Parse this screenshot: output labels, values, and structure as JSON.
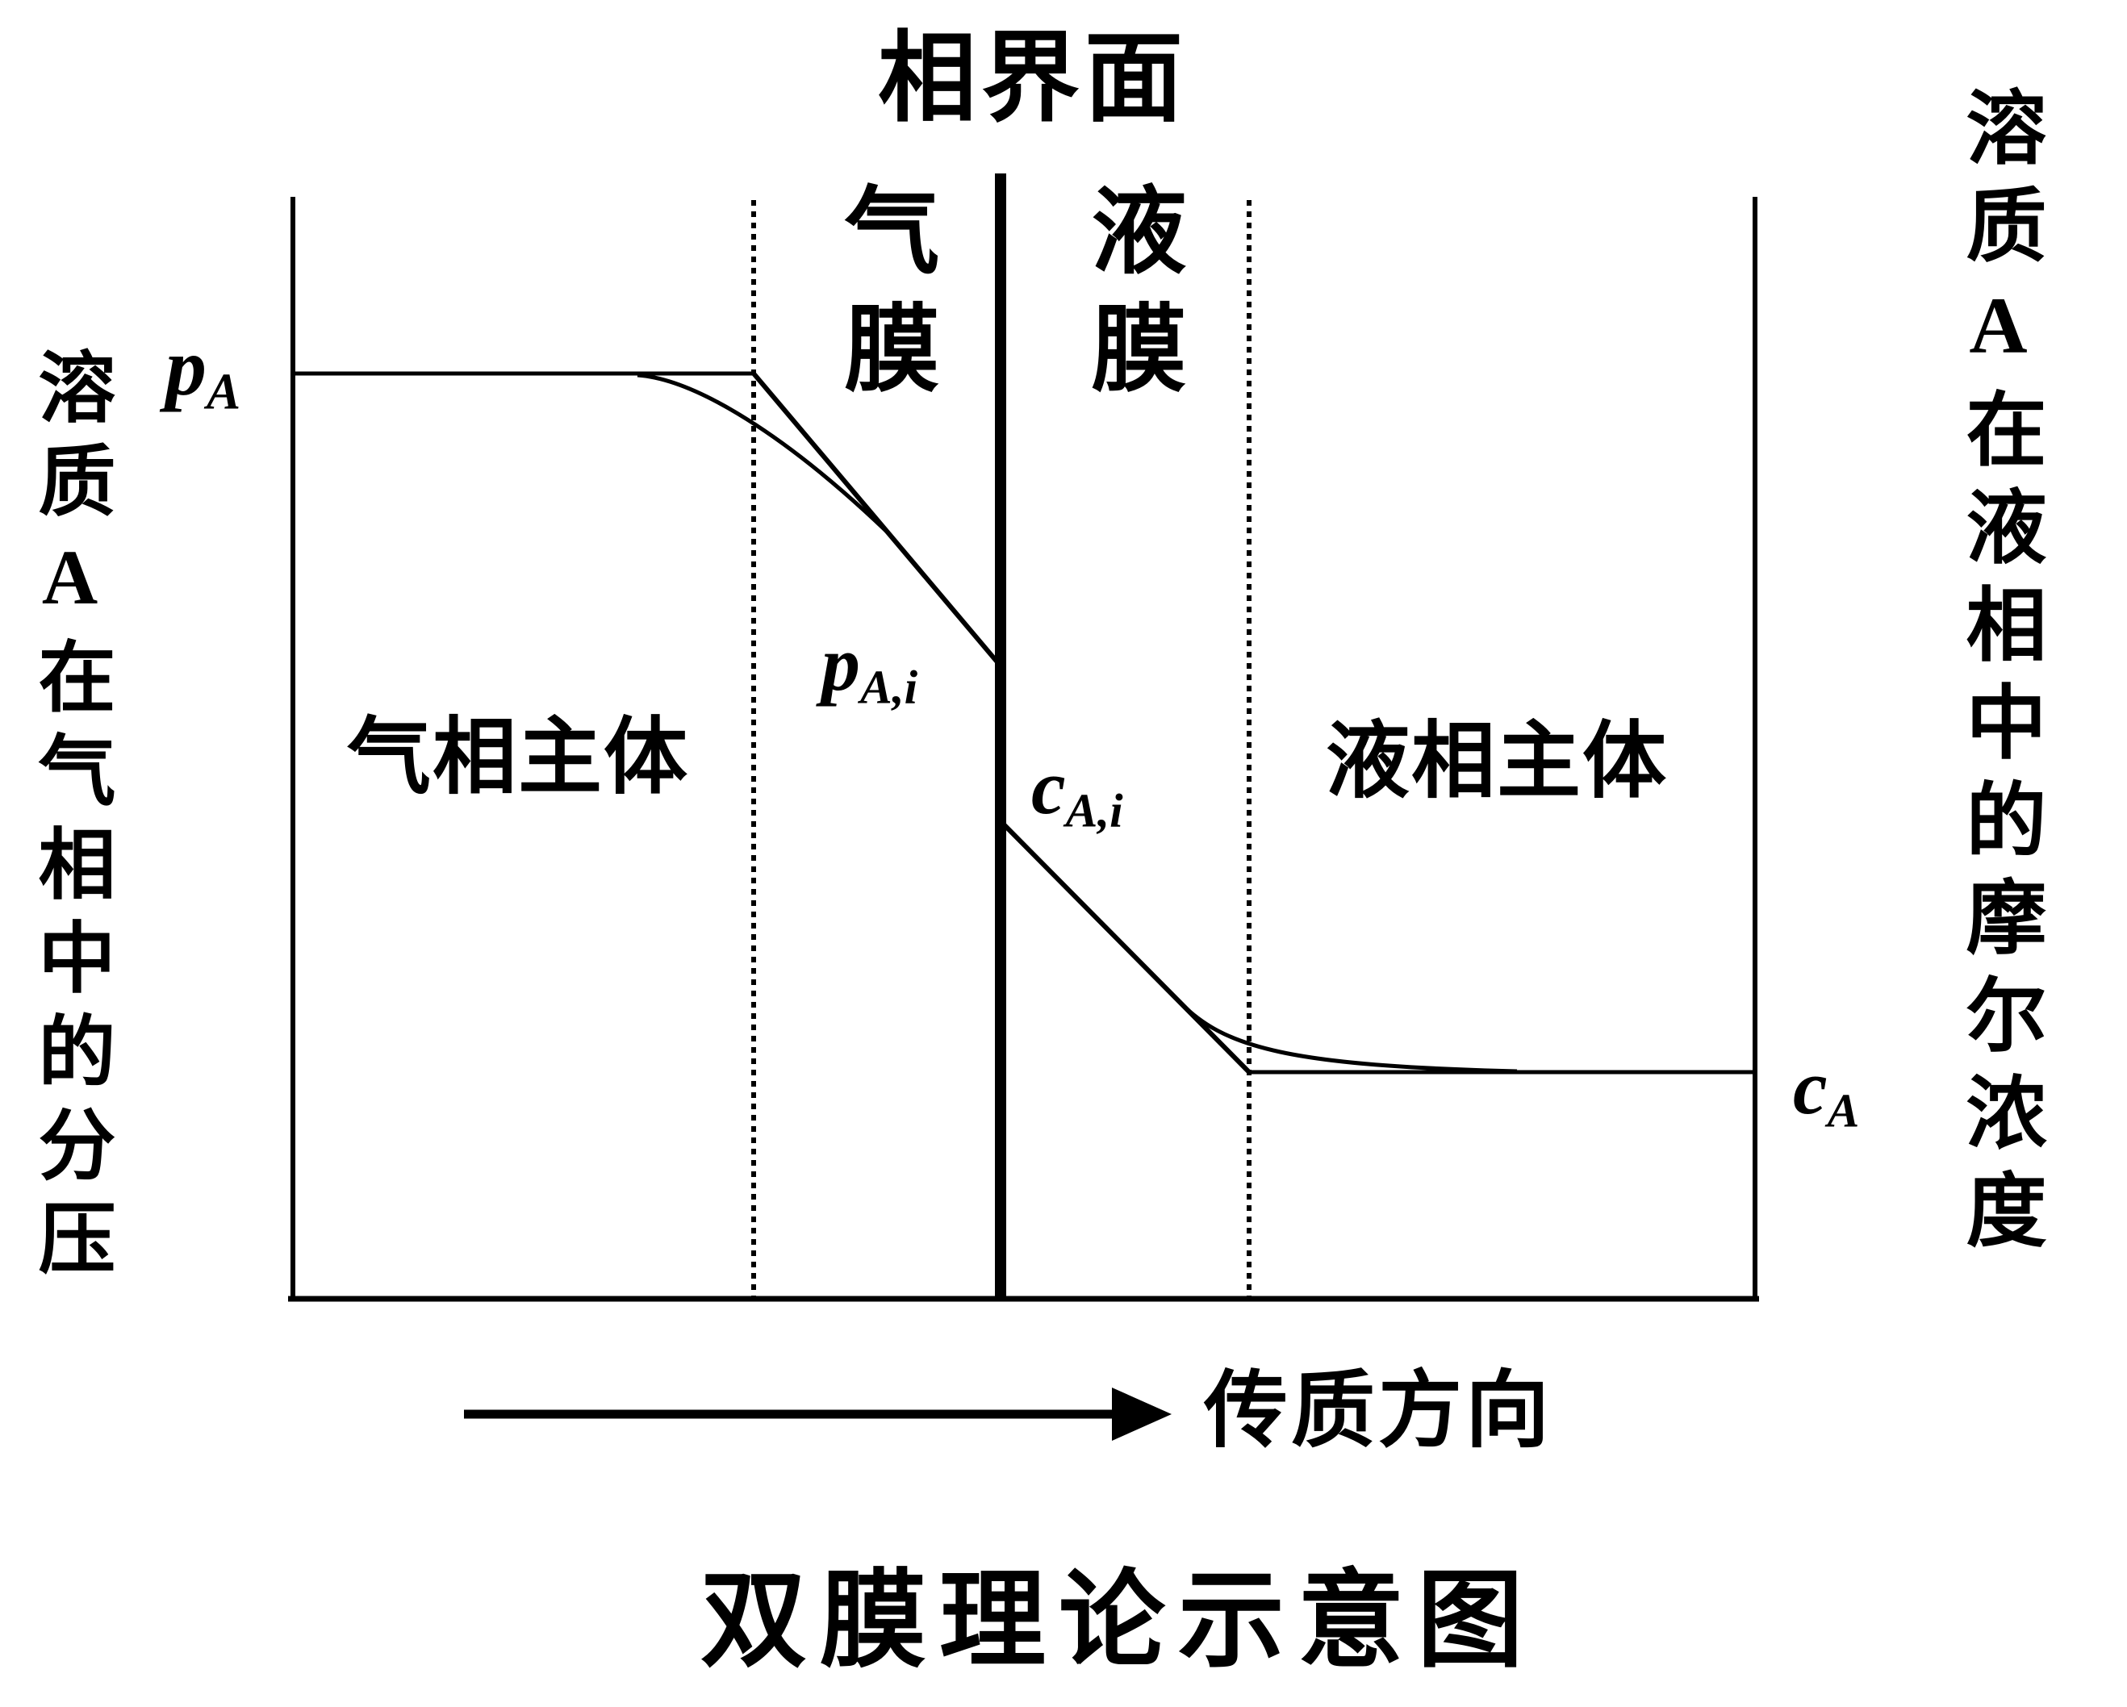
{
  "title_top": "相界面",
  "caption": "双膜理论示意图",
  "axes": {
    "left_label": "溶质A在气相中的分压",
    "right_label": "溶质A在液相中的摩尔浓度"
  },
  "regions": {
    "gas_film": "气膜",
    "liquid_film": "液膜",
    "gas_bulk": "气相主体",
    "liquid_bulk": "液相主体"
  },
  "points": {
    "pA": {
      "main": "p",
      "sub": "A"
    },
    "pAi": {
      "main": "p",
      "sub": "A,i"
    },
    "cAi": {
      "main": "c",
      "sub": "A,i"
    },
    "cA": {
      "main": "c",
      "sub": "A"
    }
  },
  "arrow_label": "传质方向",
  "colors": {
    "ink": "#000000",
    "background": "#ffffff"
  }
}
